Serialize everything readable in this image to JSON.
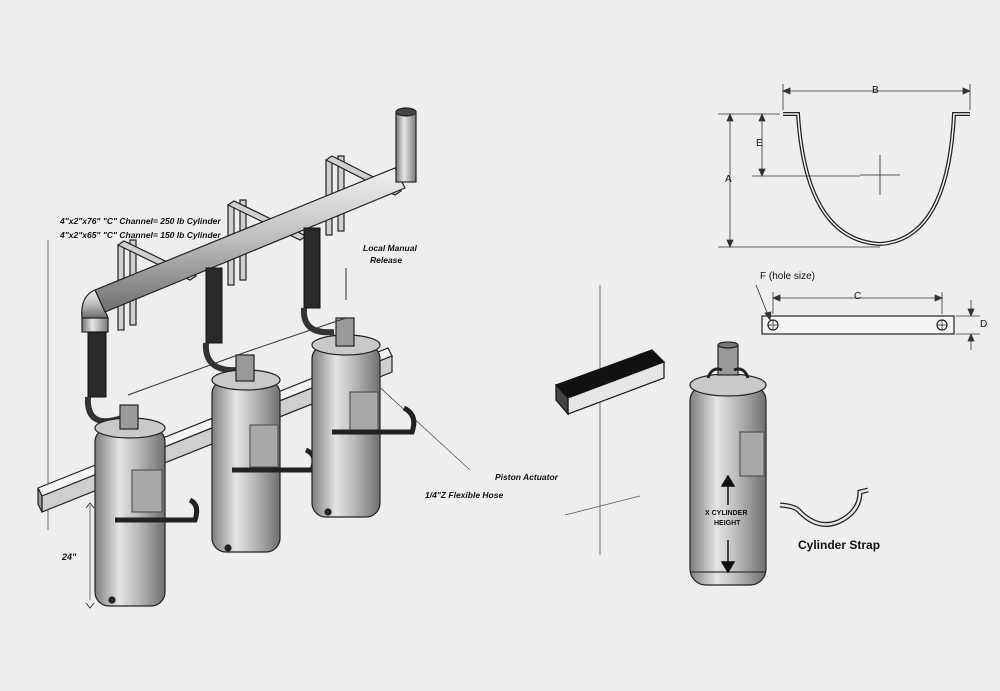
{
  "labels": {
    "channel_250": "4\"x2\"x76\" \"C\" Channel= 250 lb Cylinder",
    "channel_150": "4\"x2\"x65\" \"C\" Channel= 150 lb Cylinder",
    "local_manual_line1": "Local Manual",
    "local_manual_line2": "Release",
    "piston_actuator": "Piston Actuator",
    "flexible_hose": "1/4\"Z Flexible Hose",
    "dim_24": "24\"",
    "cylinder_height_line1": "X CYLINDER",
    "cylinder_height_line2": "HEIGHT",
    "cylinder_strap": "Cylinder Strap",
    "dim_a": "A",
    "dim_b": "B",
    "dim_c": "C",
    "dim_d": "D",
    "dim_e": "E",
    "hole_size": "F (hole size)"
  },
  "colors": {
    "line": "#1a1a1a",
    "metal_light": "#d8d8d8",
    "metal_dark": "#8a8a8a",
    "hose": "#2a2a2a",
    "background": "#eeeeee"
  }
}
